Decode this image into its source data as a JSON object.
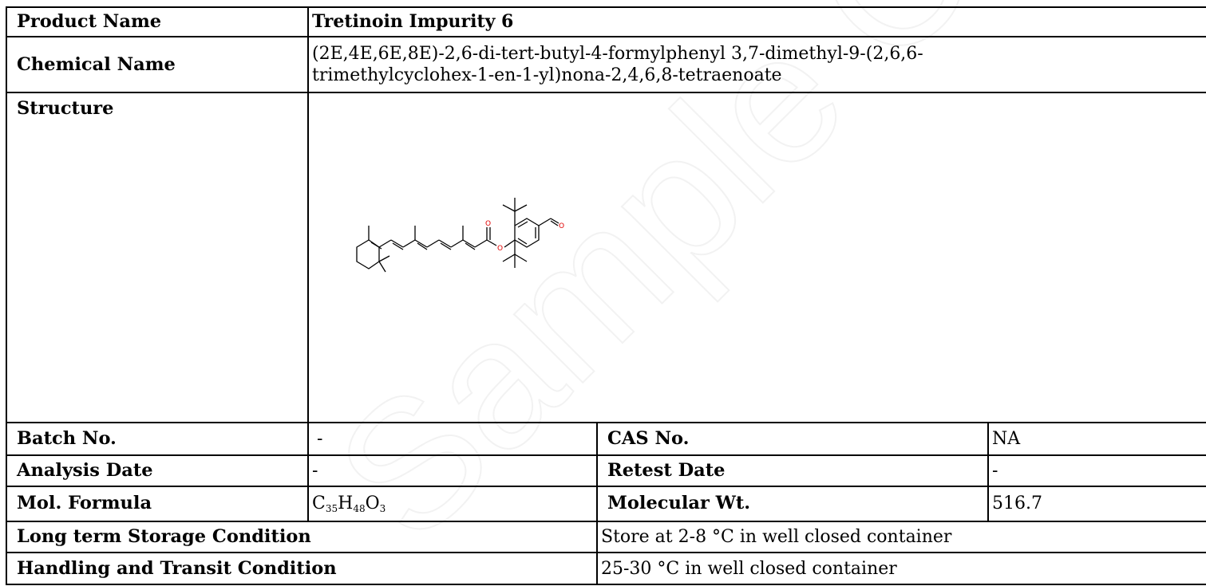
{
  "product": {
    "name_label": "Product Name",
    "name_value": "Tretinoin Impurity 6"
  },
  "chemical": {
    "label": "Chemical Name",
    "value_line1": "(2E,4E,6E,8E)-2,6-di-tert-butyl-4-formylphenyl 3,7-dimethyl-9-(2,6,6-",
    "value_line2": "trimethylcyclohex-1-en-1-yl)nona-2,4,6,8-tetraenoate"
  },
  "structure": {
    "label": "Structure",
    "atoms": [
      "O",
      "O",
      "O"
    ]
  },
  "batch": {
    "label": "Batch No.",
    "value": "-"
  },
  "cas": {
    "label": "CAS No.",
    "value": "NA"
  },
  "analysis_date": {
    "label": "Analysis Date",
    "value": "-"
  },
  "retest_date": {
    "label": "Retest Date",
    "value": "-"
  },
  "formula": {
    "label": "Mol. Formula",
    "c": "C",
    "c_n": "35",
    "h": "H",
    "h_n": "48",
    "o": "O",
    "o_n": "3"
  },
  "mol_wt": {
    "label": "Molecular Wt.",
    "value": "516.7"
  },
  "storage": {
    "label": "Long term Storage Condition",
    "value": "Store at 2-8 °C in well closed container"
  },
  "handling": {
    "label": "Handling and Transit Condition",
    "value": "25-30 °C in well closed container"
  },
  "watermark": {
    "text": "Sample COA",
    "color": "#f2f2f2"
  }
}
